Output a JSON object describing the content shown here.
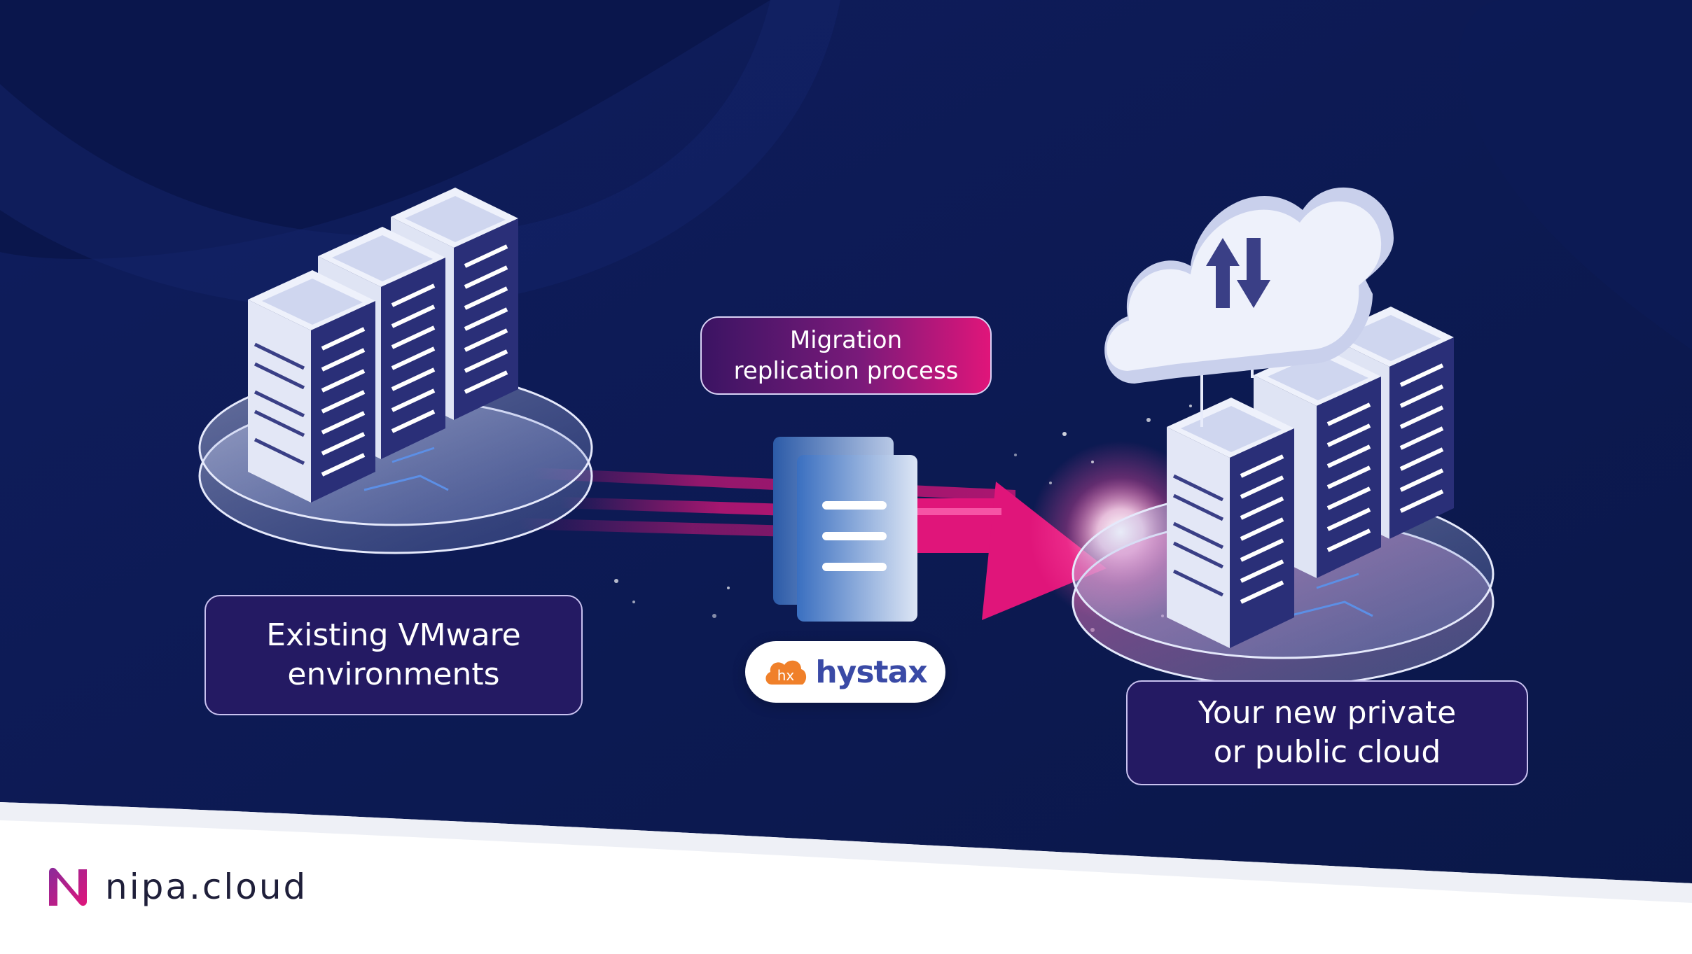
{
  "diagram": {
    "source_label_line1": "Existing VMware",
    "source_label_line2": "environments",
    "process_label_line1": "Migration",
    "process_label_line2": "replication process",
    "tool_name": "hystax",
    "tool_badge": "hx",
    "target_label_line1": "Your new private",
    "target_label_line2": "or public cloud"
  },
  "brand": {
    "name": "nipa.cloud",
    "icon": "nipa-n-logo-icon"
  },
  "colors": {
    "background": "#0b1a52",
    "accent_pink": "#e0157a",
    "label_box": "#241a63",
    "hystax_orange": "#f0802a",
    "hystax_blue": "#3a4aa6"
  },
  "icons": [
    "server-rack-icon",
    "cloud-sync-icon",
    "document-stack-icon",
    "upload-download-arrows-icon"
  ]
}
